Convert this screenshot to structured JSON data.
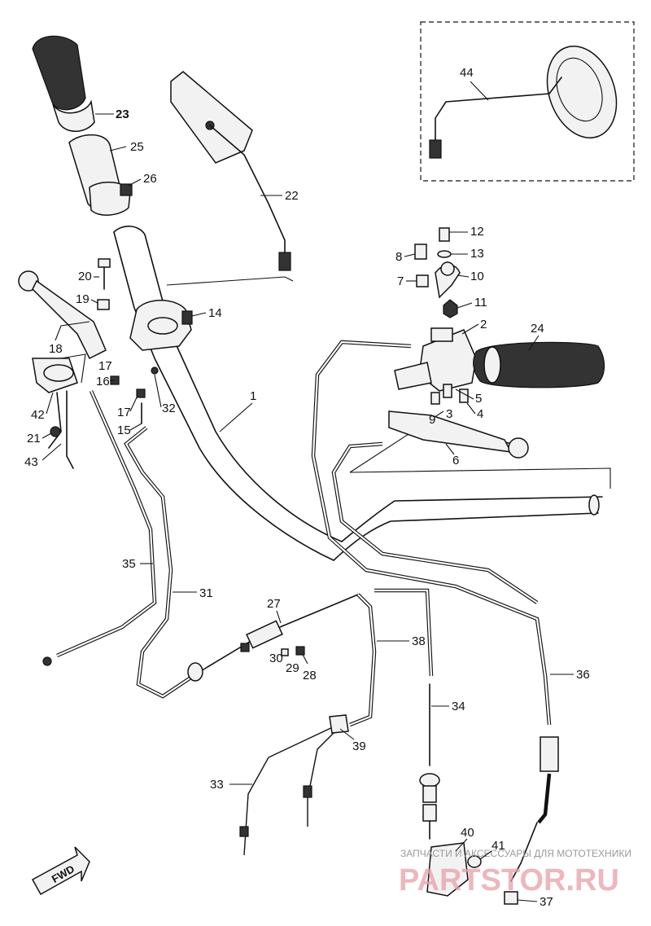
{
  "callouts": {
    "c1": "1",
    "c2": "2",
    "c3": "3",
    "c4": "4",
    "c5": "5",
    "c6": "6",
    "c7": "7",
    "c8": "8",
    "c9": "9",
    "c10": "10",
    "c11": "11",
    "c12": "12",
    "c13": "13",
    "c14": "14",
    "c15": "15",
    "c16": "16",
    "c17a": "17",
    "c17b": "17",
    "c18": "18",
    "c19": "19",
    "c20": "20",
    "c21": "21",
    "c22": "22",
    "c23": "23",
    "c24": "24",
    "c25": "25",
    "c26": "26",
    "c27": "27",
    "c28": "28",
    "c29": "29",
    "c30": "30",
    "c31": "31",
    "c32": "32",
    "c33": "33",
    "c34": "34",
    "c35": "35",
    "c36": "36",
    "c37": "37",
    "c38": "38",
    "c39": "39",
    "c40": "40",
    "c41": "41",
    "c42": "42",
    "c43": "43",
    "c44": "44"
  },
  "fwd_label": "FWD",
  "watermark": {
    "tagline": "ЗАПЧАСТИ И АКСЕССУАРЫ ДЛЯ МОТОТЕХНИКИ",
    "site": "PARTSTOR.RU"
  }
}
